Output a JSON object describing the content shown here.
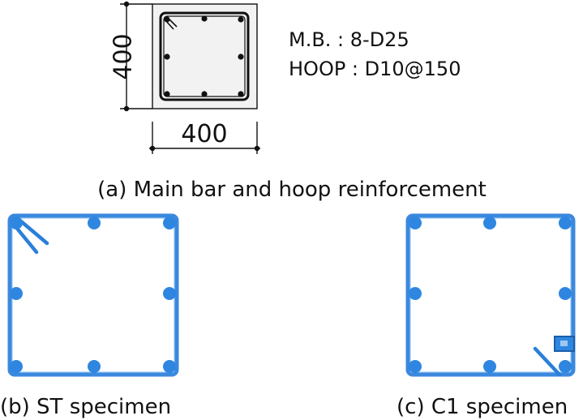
{
  "panel_a": {
    "dim_vertical": "400",
    "dim_horizontal": "400",
    "main_bar_spec": "M.B. : 8-D25",
    "hoop_spec": "HOOP : D10@150",
    "caption": "(a) Main bar and hoop reinforcement"
  },
  "panel_b": {
    "caption": "(b) ST specimen"
  },
  "panel_c": {
    "caption": "(c) C1 specimen"
  },
  "colors": {
    "line": "#111111",
    "section_fill": "#f2f2f2",
    "rebar": "#2a7fdb",
    "rebar_fill": "#2f86e0"
  }
}
